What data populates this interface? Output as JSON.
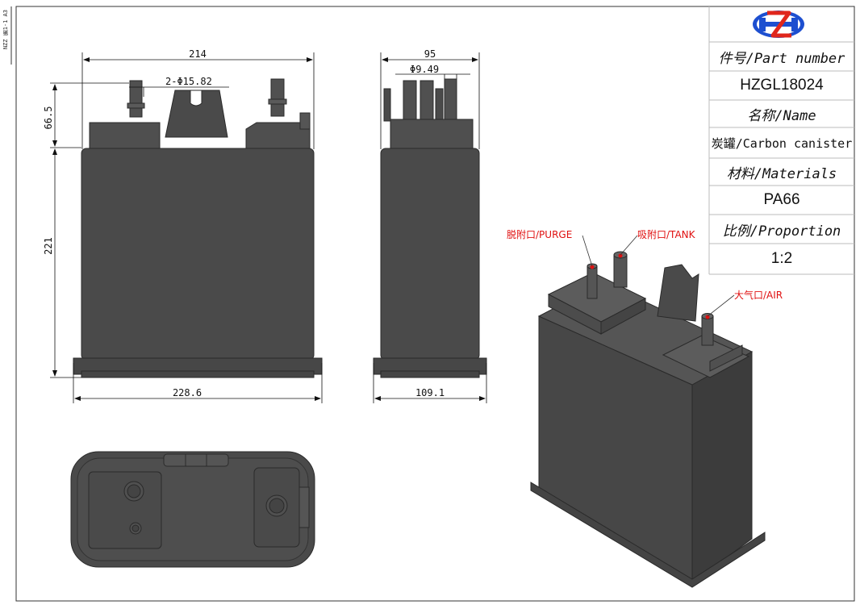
{
  "drawing": {
    "side_tag": "NZZ 第1-1 A3"
  },
  "title_block": {
    "part_number_label": "件号/Part number",
    "part_number": "HZGL18024",
    "name_label": "名称/Name",
    "name": "炭罐/Carbon canister",
    "materials_label": "材料/Materials",
    "material": "PA66",
    "proportion_label": "比例/Proportion",
    "proportion": "1:2"
  },
  "dimensions": {
    "front_top_width": "214",
    "front_bottom_width": "228.6",
    "front_height_body": "221",
    "front_height_top": "66.5",
    "port_diameter": "2-Φ15.82",
    "side_top_width": "95",
    "side_bottom_width": "109.1",
    "side_port_diameter": "Φ9.49"
  },
  "callouts": {
    "purge": "脱附口/PURGE",
    "tank": "吸附口/TANK",
    "air": "大气口/AIR"
  },
  "colors": {
    "body": "#4a4a4a",
    "body_light": "#5a5a5a",
    "edge": "#2a2a2a",
    "callout": "#e01010",
    "logo_blue": "#1d4fd0",
    "logo_red": "#e0261c"
  }
}
